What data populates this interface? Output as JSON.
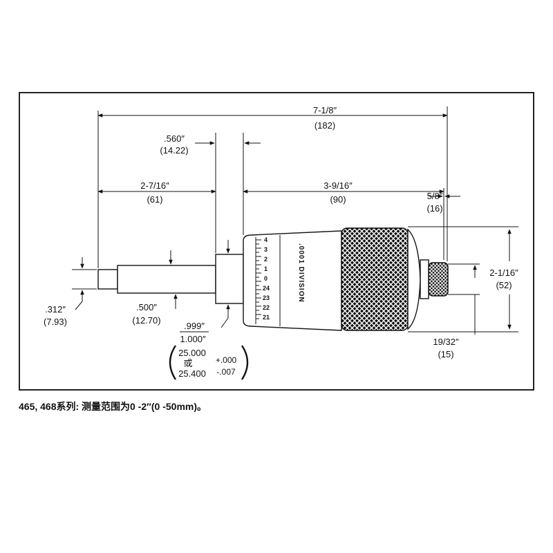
{
  "drawing": {
    "overall_length": {
      "in": "7-1/8″",
      "mm": "(182)"
    },
    "collar_width": {
      "in": ".560″",
      "mm": "(14.22)"
    },
    "spindle_length": {
      "in": "2-7/16″",
      "mm": "(61)"
    },
    "thimble_length": {
      "in": "3-9/16″",
      "mm": "(90)"
    },
    "ratchet_length": {
      "in": "5/8″",
      "mm": "(16)"
    },
    "thimble_diameter": {
      "in": "2-1/16″",
      "mm": "(52)"
    },
    "ratchet_diameter": {
      "in": "19/32″",
      "mm": "(15)"
    },
    "spindle_diameter": {
      "in": ".312″",
      "mm": "(7.93)"
    },
    "barrel_diameter": {
      "in": ".500″",
      "mm": "(12.70)"
    },
    "stem_diameter": {
      "in_upper": ".999″",
      "in_lower": "1.000″"
    },
    "stem_tolerance": {
      "mm_upper": "25.000",
      "or_text": "或",
      "mm_lower": "25.400",
      "tol_plus": "+.000",
      "tol_minus": "-.007"
    },
    "thimble_scale": [
      "4",
      "3",
      "2",
      "1",
      "0",
      "24",
      "23",
      "22",
      "21"
    ],
    "division_text": ".0001 DIVISION"
  },
  "caption": "465, 468系列: 测量范围为0 -2″(0 -50mm)。"
}
